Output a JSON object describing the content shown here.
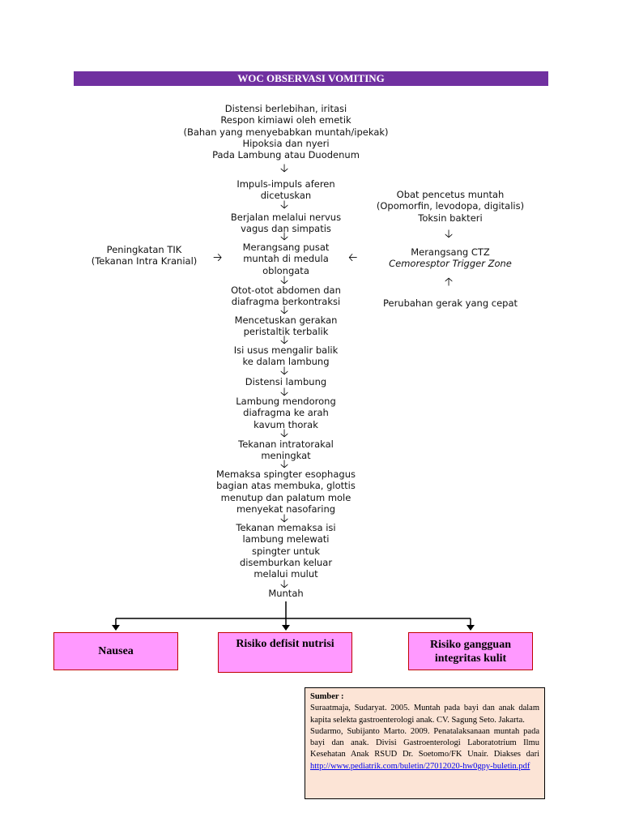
{
  "title": "WOC OBSERVASI VOMITING",
  "center": {
    "s1": "Distensi berlebihan, iritasi\nRespon kimiawi oleh emetik\n(Bahan yang menyebabkan muntah/ipekak)\nHipoksia dan nyeri\nPada Lambung atau Duodenum",
    "s2": "Impuls-impuls aferen\ndicetuskan",
    "s3": "Berjalan melalui nervus\nvagus dan simpatis",
    "s4": "Merangsang pusat\nmuntah di medula\noblongata",
    "s5": "Otot-otot abdomen dan\ndiafragma berkontraksi",
    "s6": "Mencetuskan gerakan\nperistaltik terbalik",
    "s7": "Isi usus mengalir balik\nke dalam lambung",
    "s8": "Distensi lambung",
    "s9": "Lambung mendorong\ndiafragma ke arah\nkavum thorak",
    "s10": "Tekanan intratorakal\nmeningkat",
    "s11": "Memaksa spingter esophagus\nbagian atas membuka, glottis\nmenutup dan palatum mole\nmenyekat nasofaring",
    "s12": "Tekanan memaksa isi\nlambung melewati\nspingter untuk\ndisemburkan keluar\nmelalui mulut",
    "s13": "Muntah"
  },
  "left": {
    "tik": "Peningkatan TIK\n(Tekanan Intra Kranial)"
  },
  "right": {
    "obat": "Obat pencetus muntah\n(Opomorfin, levodopa, digitalis)\nToksin bakteri",
    "ctz_title": "Merangsang CTZ",
    "ctz_sub": "Cemoresptor Trigger Zone",
    "gerak": "Perubahan gerak yang cepat"
  },
  "boxes": {
    "b1": "Nausea",
    "b2": "Risiko defisit nutrisi",
    "b3": "Risiko gangguan\nintegritas kulit"
  },
  "sumber": {
    "heading": "Sumber :",
    "ref1": "Suraatmaja, Sudaryat. 2005. Muntah pada bayi dan anak dalam kapita selekta gastroenterologi anak. CV. Sagung Seto. Jakarta.",
    "ref2": "Sudarmo, Subijanto Marto. 2009. Penatalaksanaan muntah pada bayi dan anak. Divisi Gastroenterologi Laboratotrium Ilmu Kesehatan Anak RSUD Dr. Soetomo/FK Unair. Diakses dari",
    "link": "http://www.pediatrik.com/buletin/27012020-hw0gpy-buletin.pdf"
  },
  "colors": {
    "banner": "#7030a0",
    "box_fill": "#ff99ff",
    "box_border": "#c00000",
    "sumber_fill": "#fce4d6"
  }
}
